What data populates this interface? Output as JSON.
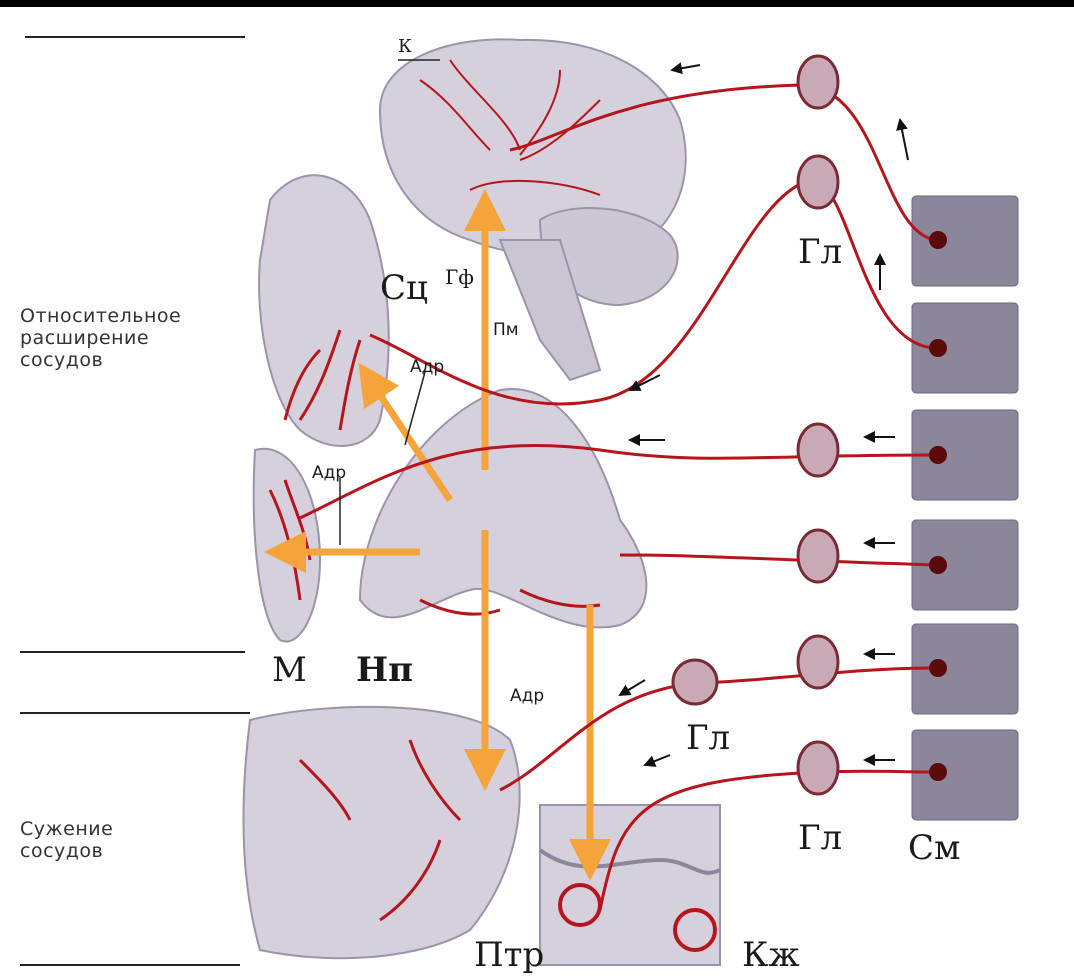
{
  "side_labels": {
    "dilation": [
      "Относительное",
      "расширение",
      "сосудов"
    ],
    "constriction": [
      "Сужение",
      "сосудов"
    ]
  },
  "organ_labels": {
    "k": "К",
    "sc": "Сц",
    "gf": "Гф",
    "pm": "Пм",
    "adr_heart": "Адр",
    "adr_muscle": "Адр",
    "adr_center": "Адр",
    "m": "М",
    "np": "Нп",
    "ptr": "Птр",
    "kzh": "Кж",
    "gl_1": "Гл",
    "gl_2": "Гл",
    "gl_3": "Гл",
    "sm": "См"
  },
  "colors": {
    "nerve": "#b5151b",
    "nerve_dark": "#3a0808",
    "arrow_orange": "#f4a43a",
    "organ": "#d6d0dd",
    "organ_shadow": "#a9a1b4",
    "spinal": "#8c869a",
    "ganglion": "#c9a9b6"
  }
}
